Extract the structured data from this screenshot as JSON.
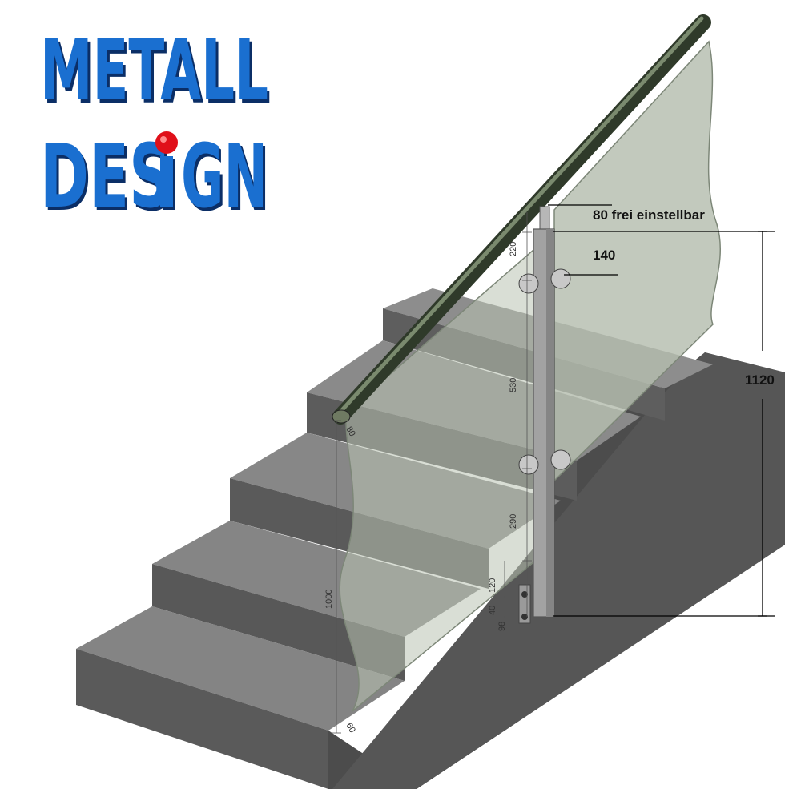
{
  "logo": {
    "line1": "METALL",
    "line2_part1": "DES",
    "line2_part2": "GN",
    "text_color": "#1a6fd0",
    "shadow_color": "#0b2e66",
    "dot_color": "#e0101a"
  },
  "callouts": {
    "adjustable": "80 frei einstellbar",
    "bracket_offset": "140",
    "total_height": "1120"
  },
  "dimensions": {
    "top_clearance": "220",
    "bracket_spacing": "530",
    "lower_segment": "290",
    "base_120": "120",
    "base_40": "40",
    "base_98": "98",
    "glass_height": "1000",
    "handrail_gap": "80",
    "glass_bottom": "60"
  },
  "colors": {
    "stair_top": "#8a8a8a",
    "stair_front": "#5f5f5f",
    "stair_side": "#4f4f4f",
    "glass_fill": "#b9c2b3",
    "glass_edge": "#7d8778",
    "post": "#9a9a9a",
    "handrail": "#3d4a35"
  }
}
